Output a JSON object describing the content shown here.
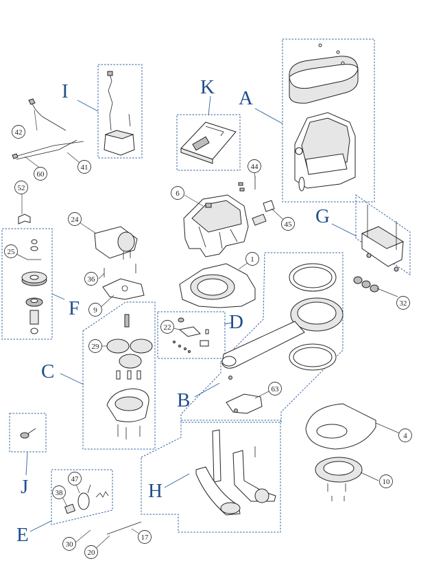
{
  "groups": [
    {
      "id": "A",
      "label": "A"
    },
    {
      "id": "B",
      "label": "B"
    },
    {
      "id": "C",
      "label": "C"
    },
    {
      "id": "D",
      "label": "D"
    },
    {
      "id": "E",
      "label": "E"
    },
    {
      "id": "F",
      "label": "F"
    },
    {
      "id": "G",
      "label": "G"
    },
    {
      "id": "H",
      "label": "H"
    },
    {
      "id": "I",
      "label": "I"
    },
    {
      "id": "J",
      "label": "J"
    },
    {
      "id": "K",
      "label": "K"
    }
  ],
  "callouts": [
    {
      "id": "1",
      "label": "1"
    },
    {
      "id": "4",
      "label": "4"
    },
    {
      "id": "6",
      "label": "6"
    },
    {
      "id": "9",
      "label": "9"
    },
    {
      "id": "10",
      "label": "10"
    },
    {
      "id": "17",
      "label": "17"
    },
    {
      "id": "20",
      "label": "20"
    },
    {
      "id": "22",
      "label": "22"
    },
    {
      "id": "24",
      "label": "24"
    },
    {
      "id": "25",
      "label": "25"
    },
    {
      "id": "29",
      "label": "29"
    },
    {
      "id": "30",
      "label": "30"
    },
    {
      "id": "32",
      "label": "32"
    },
    {
      "id": "36",
      "label": "36"
    },
    {
      "id": "38",
      "label": "38"
    },
    {
      "id": "41",
      "label": "41"
    },
    {
      "id": "42",
      "label": "42"
    },
    {
      "id": "44",
      "label": "44"
    },
    {
      "id": "45",
      "label": "45"
    },
    {
      "id": "47",
      "label": "47"
    },
    {
      "id": "52",
      "label": "52"
    },
    {
      "id": "60",
      "label": "60"
    },
    {
      "id": "63",
      "label": "63"
    }
  ]
}
